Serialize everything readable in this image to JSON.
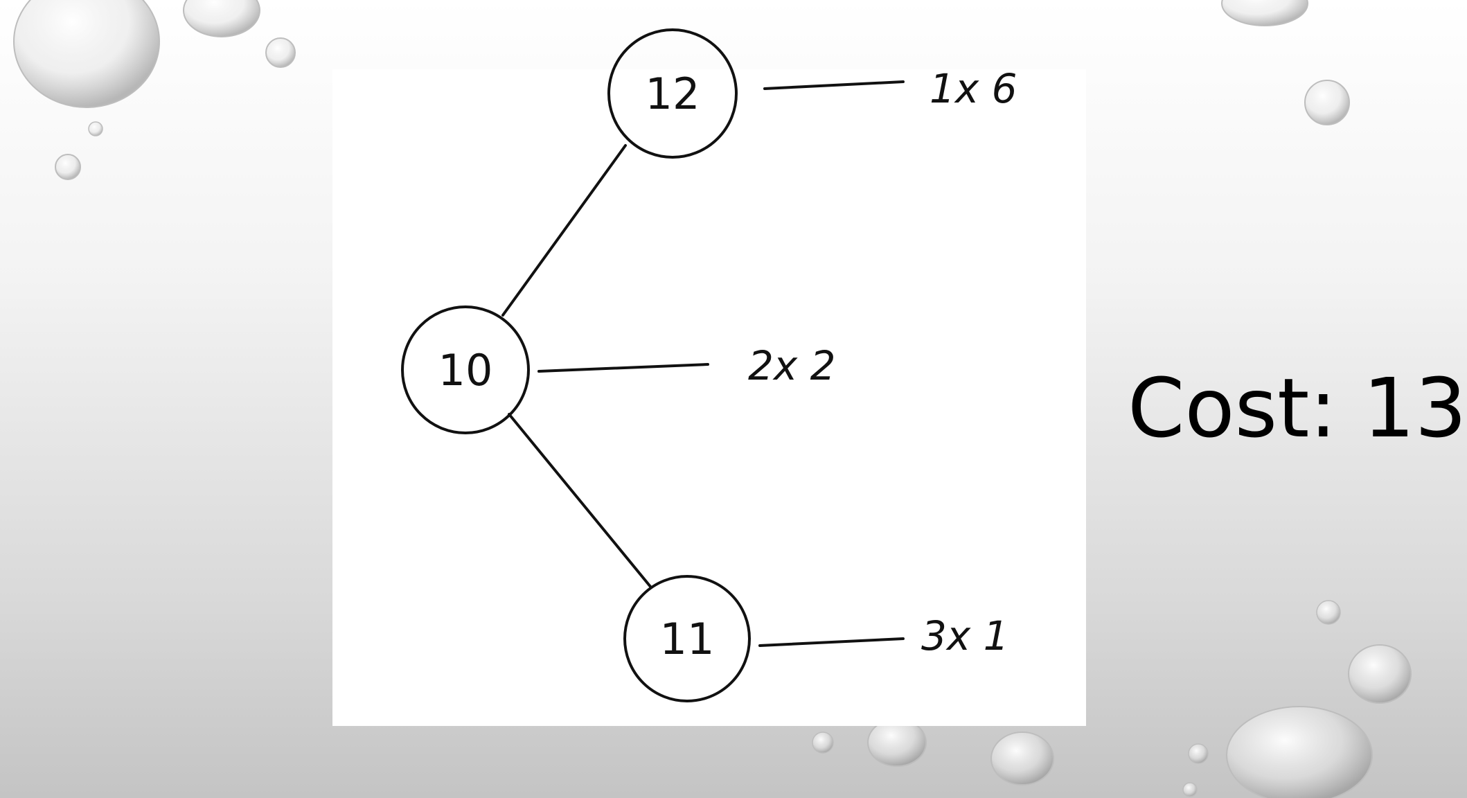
{
  "diagram": {
    "nodes": [
      {
        "id": "n12",
        "label": "12"
      },
      {
        "id": "n10",
        "label": "10"
      },
      {
        "id": "n11",
        "label": "11"
      }
    ],
    "edges": [
      {
        "from": "n10",
        "to": "n12"
      },
      {
        "from": "n10",
        "to": "n11"
      }
    ],
    "annotations": [
      {
        "node": "n12",
        "text": "1x 6"
      },
      {
        "node": "n10",
        "text": "2x 2"
      },
      {
        "node": "n11",
        "text": "3x 1"
      }
    ]
  },
  "cost_text": "Cost: 13",
  "colors": {
    "ink": "#111111",
    "panel": "#ffffff",
    "background_top": "#ffffff",
    "background_bottom": "#c4c4c4"
  },
  "icons": [
    "water-droplet-icon"
  ]
}
